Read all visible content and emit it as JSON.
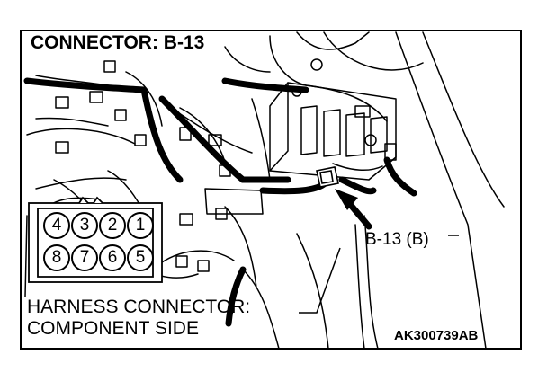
{
  "diagram": {
    "title": "CONNECTOR: B-13",
    "callout_label": "B-13 (B)",
    "harness_label_line1": "HARNESS CONNECTOR:",
    "harness_label_line2": "COMPONENT SIDE",
    "figure_code": "AK300739AB",
    "connector_pins_top": [
      "4",
      "3",
      "2",
      "1"
    ],
    "connector_pins_bottom": [
      "8",
      "7",
      "6",
      "5"
    ]
  }
}
